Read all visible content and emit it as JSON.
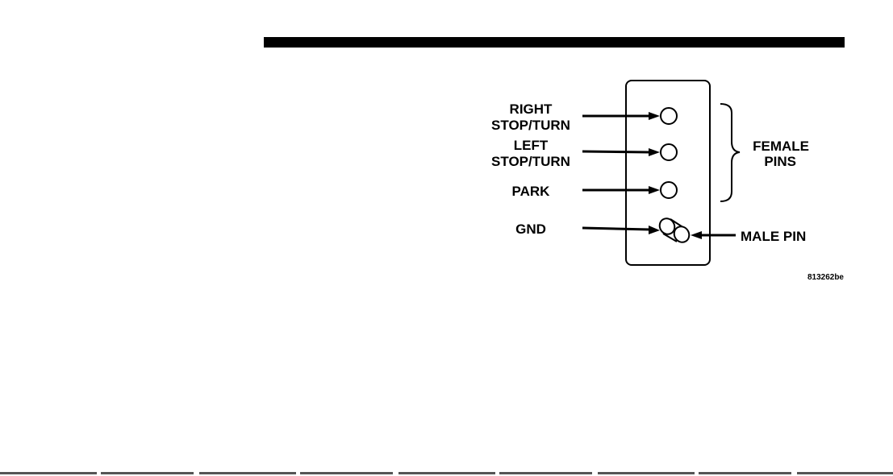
{
  "diagram": {
    "inputs": [
      {
        "line1": "RIGHT",
        "line2": "STOP/TURN"
      },
      {
        "line1": "LEFT",
        "line2": "STOP/TURN"
      },
      {
        "line1": "PARK"
      },
      {
        "line1": "GND"
      }
    ],
    "female_label": {
      "line1": "FEMALE",
      "line2": "PINS"
    },
    "male_label": "MALE PIN",
    "figure_code": "813262be"
  }
}
